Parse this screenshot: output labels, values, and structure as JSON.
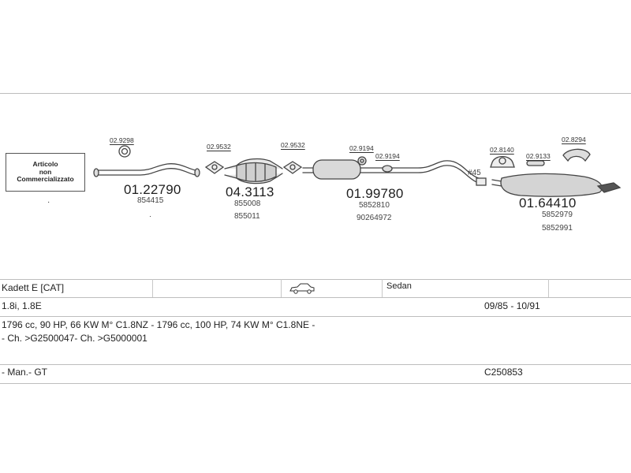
{
  "note": {
    "line1": "Articolo",
    "line2": "non",
    "line3": "Commercializzato"
  },
  "parts": {
    "p1": {
      "code": "01.22790",
      "ref1": "854415",
      "clamp": "02.9298"
    },
    "p2": {
      "code": "04.3113",
      "ref1": "855008",
      "ref2": "855011",
      "gasket": "02.9532"
    },
    "p3": {
      "gasket": "02.9532"
    },
    "p4": {
      "code": "01.99780",
      "ref1": "5852810",
      "ref2": "90264972",
      "mount1": "02.9194",
      "mount2": "02.9194",
      "connector": "#45"
    },
    "p5": {
      "code": "01.64410",
      "ref1": "5852979",
      "ref2": "5852991",
      "clamp": "02.8140",
      "mount": "02.9133",
      "ring": "02.8294"
    }
  },
  "info": {
    "model": "Kadett  E  [CAT]",
    "body": "Sedan",
    "engine": "1.8i, 1.8E",
    "years": "09/85 - 10/91",
    "specs": "1796 cc, 90 HP, 66 KW M° C1.8NZ -  1796 cc, 100 HP, 74 KW M° C1.8NE -",
    "chassis": "- Ch. >G2500047- Ch. >G5000001",
    "transmission": "- Man.- GT",
    "catalog": "C250853"
  },
  "icons": {
    "body_icon": "sedan-car-icon"
  }
}
